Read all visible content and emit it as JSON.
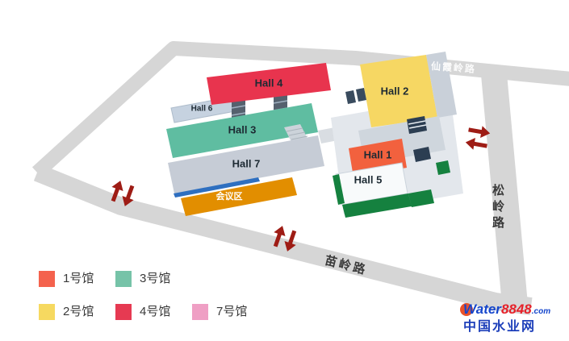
{
  "map": {
    "road_color": "#d6d6d6",
    "arrow_color": "#9e1c15",
    "roads": {
      "north": {
        "label": "仙霞岭路"
      },
      "east": {
        "label": "松岭路"
      },
      "south": {
        "label": "苗岭路"
      }
    },
    "halls": {
      "hall1": {
        "label": "Hall 1",
        "color": "#f2613e"
      },
      "hall2": {
        "label": "Hall 2",
        "color": "#f6d763"
      },
      "hall3": {
        "label": "Hall 3",
        "color": "#5fbda1"
      },
      "hall4": {
        "label": "Hall 4",
        "color": "#e8344e"
      },
      "hall5": {
        "label": "Hall 5",
        "color": "#f8fafb"
      },
      "hall6": {
        "label": "Hall 6",
        "color": "#c6d2e0"
      },
      "hall7": {
        "label": "Hall 7",
        "color": "#c6ccd6"
      },
      "conference": {
        "label": "会议区",
        "color": "#e28e00"
      }
    }
  },
  "legend": {
    "items": [
      {
        "label": "1号馆",
        "color": "#f4624d"
      },
      {
        "label": "3号馆",
        "color": "#76c3a8"
      },
      {
        "label": "2号馆",
        "color": "#f6d960"
      },
      {
        "label": "4号馆",
        "color": "#e63a52"
      },
      {
        "label": "7号馆",
        "color": "#ef9fc4"
      }
    ]
  },
  "watermark": {
    "brand_prefix": "Water",
    "brand_number": "8848",
    "brand_tld": ".com",
    "site_name": "中国水业网"
  }
}
